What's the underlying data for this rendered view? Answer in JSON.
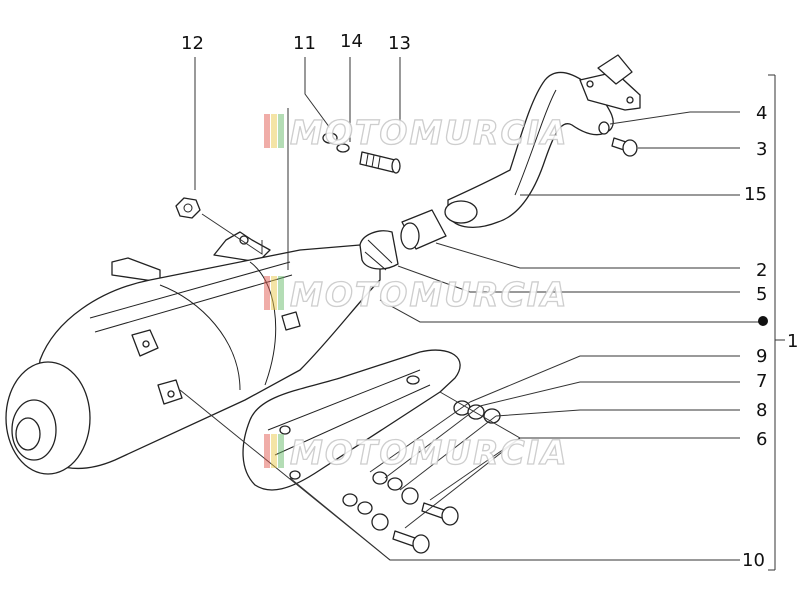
{
  "watermark": {
    "text": "MOTOMURCIA"
  },
  "callouts": {
    "c1": "1",
    "c2": "2",
    "c3": "3",
    "c4": "4",
    "c5": "5",
    "c6": "6",
    "c7": "7",
    "c8": "8",
    "c9": "9",
    "c10": "10",
    "c11": "11",
    "c12": "12",
    "c13": "13",
    "c14": "14",
    "c15": "15"
  },
  "colors": {
    "line": "#222222",
    "watermark_outline": "#c9c9c9",
    "stripe_red": "#e05a4e",
    "stripe_yellow": "#e9c94a",
    "stripe_green": "#67b96a"
  }
}
